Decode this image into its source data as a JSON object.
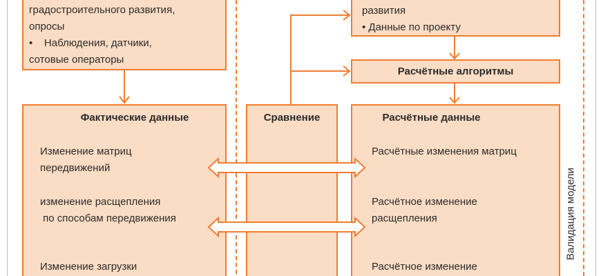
{
  "sources_box": {
    "lines": [
      "градостроительного развития,",
      "опросы",
      "•    Наблюдения, датчики,",
      "сотовые операторы"
    ]
  },
  "project_box": {
    "lines": [
      "развития",
      "• Данные по проекту"
    ]
  },
  "algorithms_box": {
    "title": "Расчётные алгоритмы"
  },
  "actual_box": {
    "title": "Фактические данные",
    "items": [
      "Изменение матриц\nпередвижений",
      "изменение расщепления\n по способам передвижения",
      "Изменение загрузки"
    ]
  },
  "compare_box": {
    "title": "Сравнение"
  },
  "calc_box": {
    "title": "Расчётные данные",
    "items": [
      "Расчётные изменения матриц",
      "Расчётное изменение\nрасщепления",
      "Расчётное изменение"
    ]
  },
  "side_label": "Валидация модели",
  "colors": {
    "accent": "#ee7d31",
    "fill": "#fbdcc4"
  }
}
